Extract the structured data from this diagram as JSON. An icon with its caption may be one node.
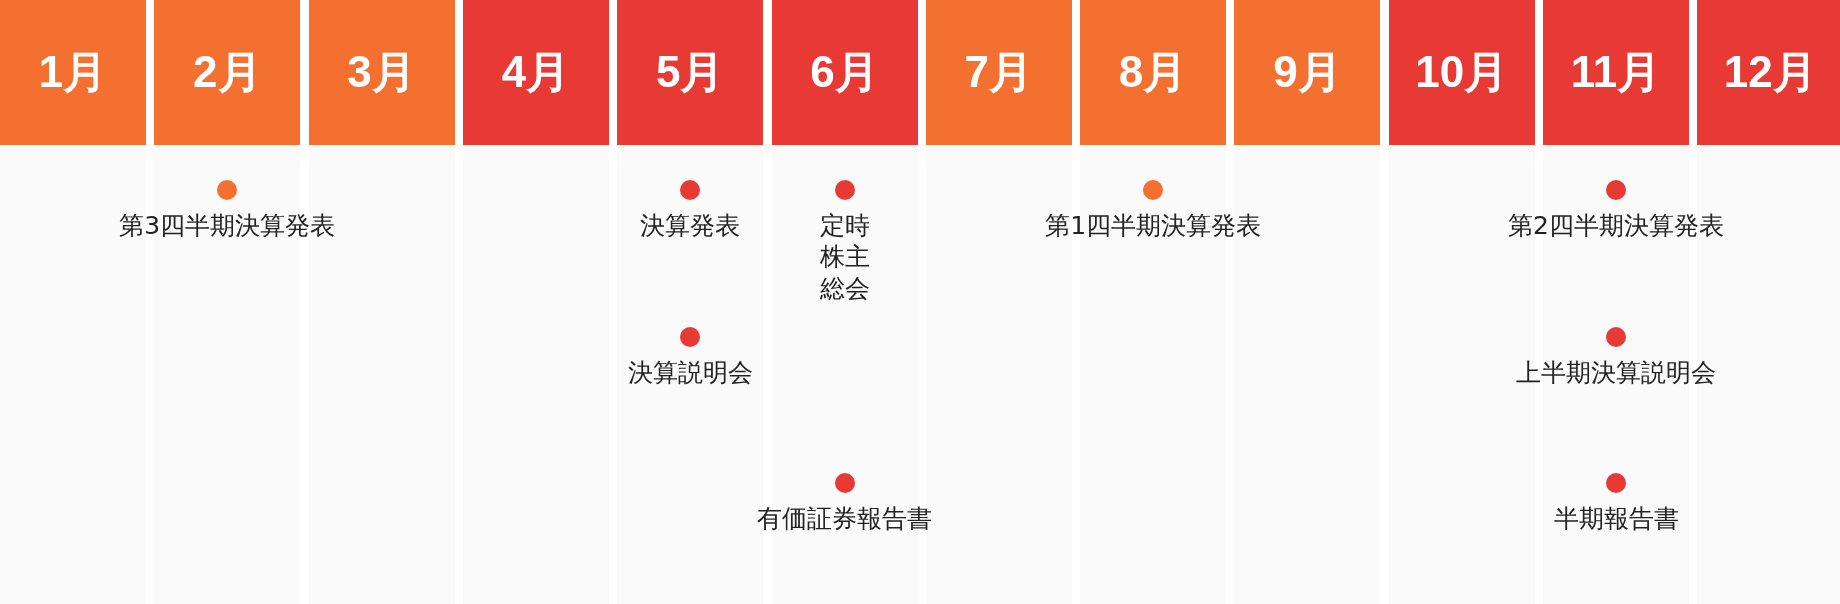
{
  "diagram": {
    "nodes": [
      {
        "text": [
          "1月"
        ]
      },
      {
        "text": [
          "2月"
        ]
      },
      {
        "text": [
          "3月"
        ]
      },
      {
        "text": [
          "4月"
        ]
      },
      {
        "text": [
          "5月"
        ]
      },
      {
        "text": [
          "6月"
        ]
      },
      {
        "text": [
          "7月"
        ]
      },
      {
        "text": [
          "8月"
        ]
      },
      {
        "text": [
          "9月"
        ]
      },
      {
        "text": [
          "10月"
        ]
      },
      {
        "text": [
          "11月"
        ]
      },
      {
        "text": [
          "12月"
        ]
      }
    ],
    "labels": [
      "第3四半期決算発表",
      "決算発表",
      "定時株主総会",
      "第1四半期決算発表",
      "第2四半期決算発表",
      "決算説明会",
      "上半期決算説明会",
      "有価証券報告書",
      "半期報告書"
    ]
  }
}
